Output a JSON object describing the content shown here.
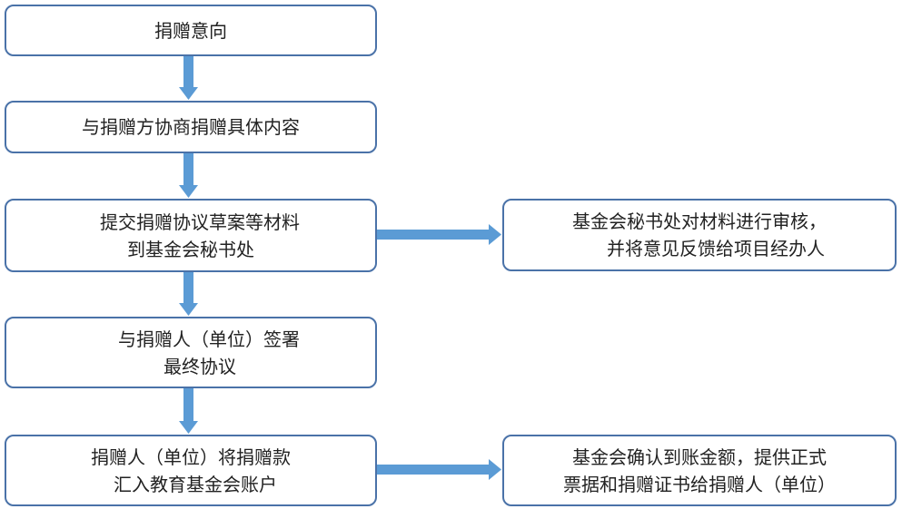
{
  "flow": {
    "step1": {
      "line1": "捐赠意向"
    },
    "step2": {
      "line1": "与捐赠方协商捐赠具体内容"
    },
    "step3": {
      "line1": "提交捐赠协议草案等材料",
      "line2": "到基金会秘书处"
    },
    "step4": {
      "line1": "与捐赠人（单位）签署",
      "line2": "最终协议"
    },
    "step5": {
      "line1": "捐赠人（单位）将捐赠款",
      "line2": "汇入教育基金会账户"
    },
    "side_review": {
      "line1": "基金会秘书处对材料进行审核，",
      "line2": "并将意见反馈给项目经办人"
    },
    "side_confirm": {
      "line1": "基金会确认到账金额，提供正式",
      "line2": "票据和捐赠证书给捐赠人（单位）"
    }
  },
  "colors": {
    "box_border": "#4a72a8",
    "arrow": "#5b9bd5",
    "text": "#222222"
  }
}
